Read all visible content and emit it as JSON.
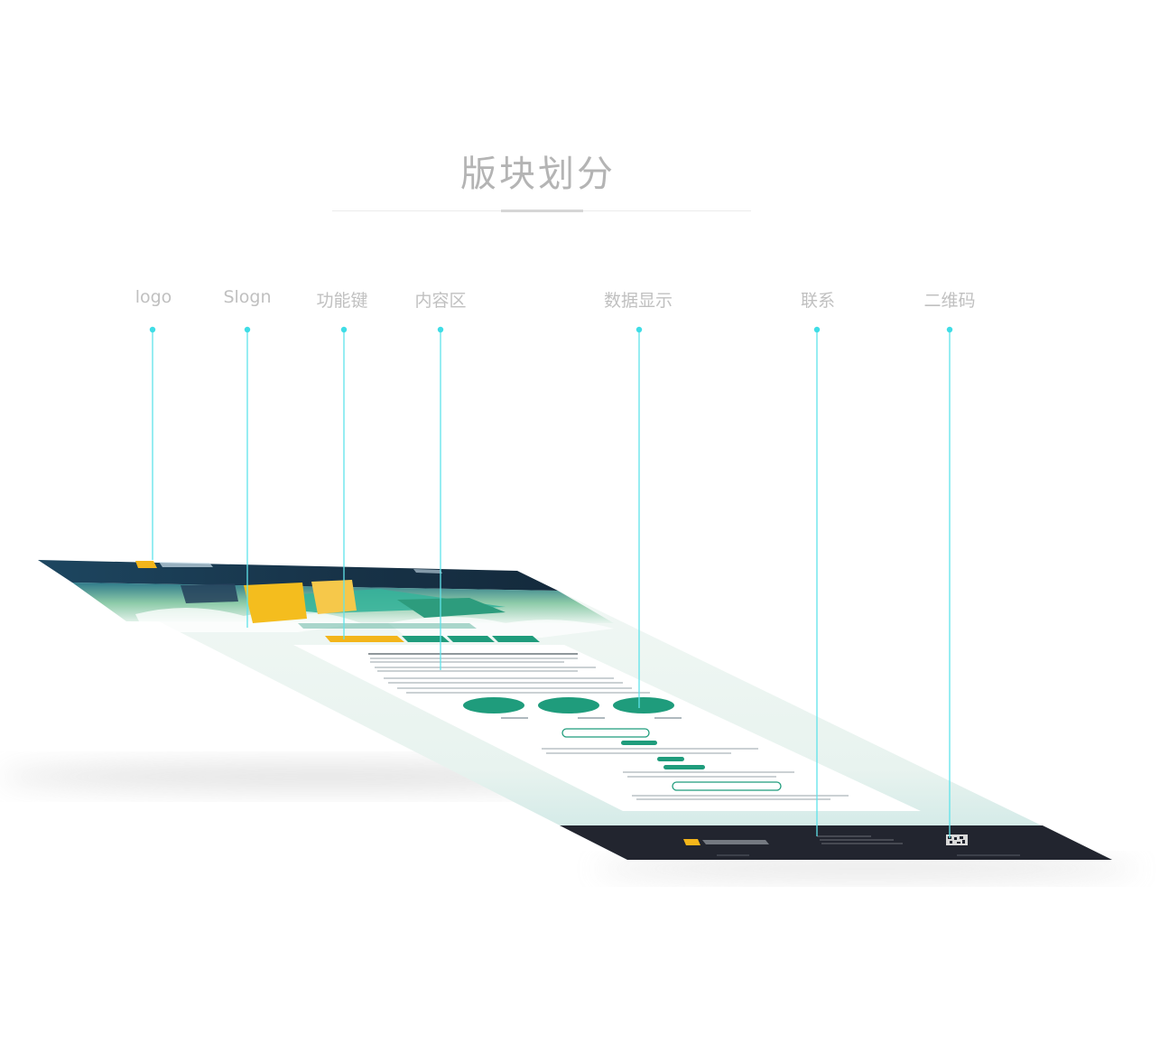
{
  "title": "版块划分",
  "labels": [
    "logo",
    "Slogn",
    "功能键",
    "内容区",
    "数据显示",
    "联系",
    "二维码"
  ],
  "colors": {
    "label_text": "#c0c0c0",
    "title_text": "#b4b4b4",
    "callout_line": "#5fe3ea",
    "callout_dot": "#3fdde6",
    "header_navy": "#17374e",
    "brand_green": "#1f9c7c",
    "accent_yellow": "#f3b51a",
    "footer_dark": "#22252f"
  }
}
